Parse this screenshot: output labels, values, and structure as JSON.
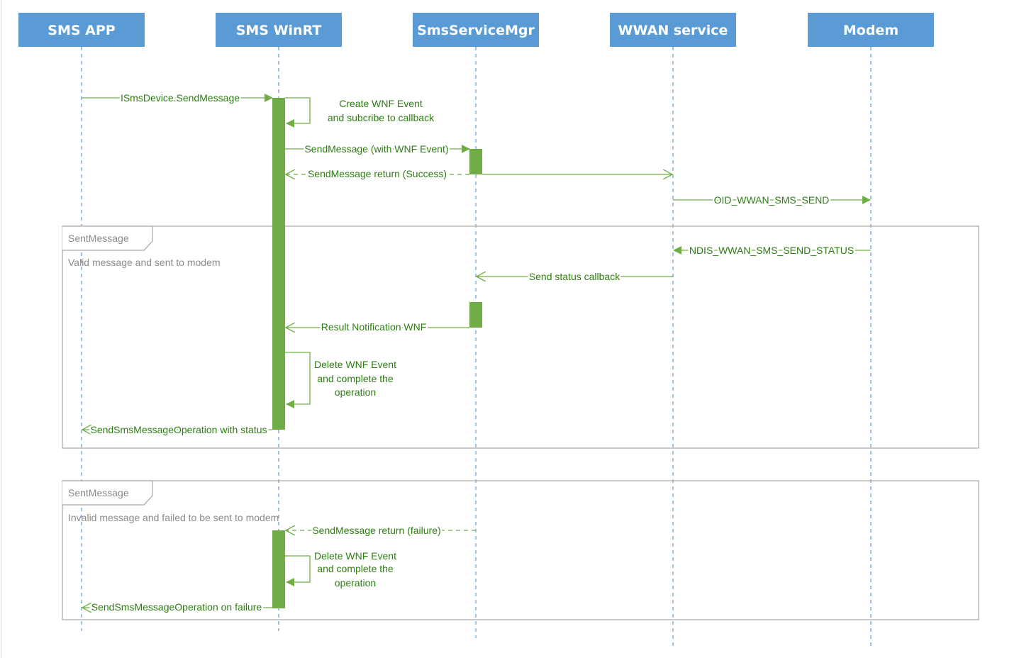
{
  "participants": [
    {
      "name": "SMS APP"
    },
    {
      "name": "SMS WinRT"
    },
    {
      "name": "SmsServiceMgr"
    },
    {
      "name": "WWAN service"
    },
    {
      "name": "Modem"
    }
  ],
  "messages": {
    "send_message": "ISmsDevice.SendMessage",
    "create_wnf_line1": "Create WNF Event",
    "create_wnf_line2": "and subcribe to callback",
    "send_with_wnf": "SendMessage (with WNF Event)",
    "send_return_success": "SendMessage return (Success)",
    "oid_send": "OID_WWAN_SMS_SEND",
    "ndis_status": "NDIS_WWAN_SMS_SEND_STATUS",
    "status_callback": "Send status callback",
    "result_notification": "Result Notification WNF",
    "delete_wnf_line1": "Delete WNF Event",
    "delete_wnf_line2": "and complete the",
    "delete_wnf_line3": "operation",
    "op_with_status": "SendSmsMessageOperation with status",
    "send_return_failure": "SendMessage return (failure)",
    "delete_wnf2_line1": "Delete WNF Event",
    "delete_wnf2_line2": "and complete the",
    "delete_wnf2_line3": "operation",
    "op_on_failure": "SendSmsMessageOperation on failure"
  },
  "frames": [
    {
      "tag": "SentMessage",
      "condition": "Valid message and sent to modem"
    },
    {
      "tag": "SentMessage",
      "condition": "Invalid message and failed to be sent to modem"
    }
  ],
  "colors": {
    "header_fill": "#5b9bd5",
    "lifeline": "#5b9bd5",
    "message": "#70ad47",
    "label_text": "#2e7d12",
    "frame_border": "#a6a6a6",
    "frame_text": "#8a8a8a"
  }
}
